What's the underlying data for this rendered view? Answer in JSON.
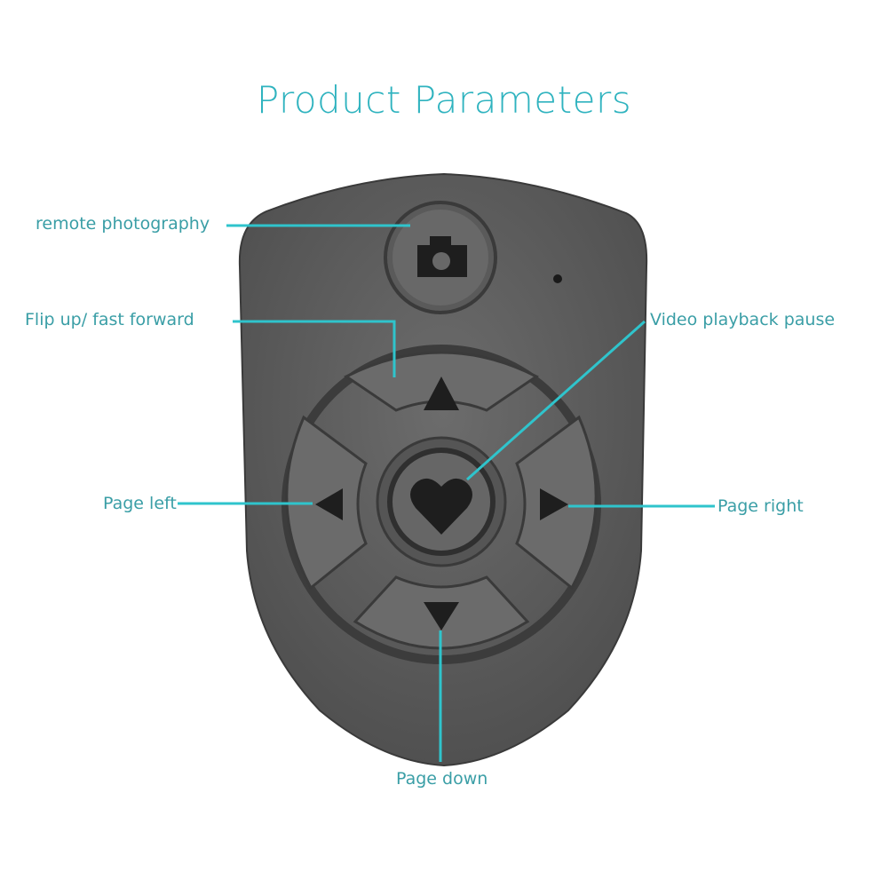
{
  "title": "Product Parameters",
  "colors": {
    "accent": "#2fc4cc",
    "label_text": "#3a9ea6",
    "device_body": "#5e5e5e",
    "button_face": "#6a6a6a",
    "icon": "#1e1e1e"
  },
  "labels": {
    "remote_photography": "remote photography",
    "flip_up": "Flip up/ fast forward",
    "video_pause": "Video playback pause",
    "page_left": "Page left",
    "page_right": "Page right",
    "page_down": "Page down"
  },
  "device": {
    "buttons": [
      {
        "name": "camera",
        "icon": "camera-icon"
      },
      {
        "name": "up",
        "icon": "triangle-up-icon"
      },
      {
        "name": "left",
        "icon": "triangle-left-icon"
      },
      {
        "name": "center",
        "icon": "heart-icon"
      },
      {
        "name": "right",
        "icon": "triangle-right-icon"
      },
      {
        "name": "down",
        "icon": "triangle-down-icon"
      }
    ],
    "indicator": "led-dot"
  }
}
